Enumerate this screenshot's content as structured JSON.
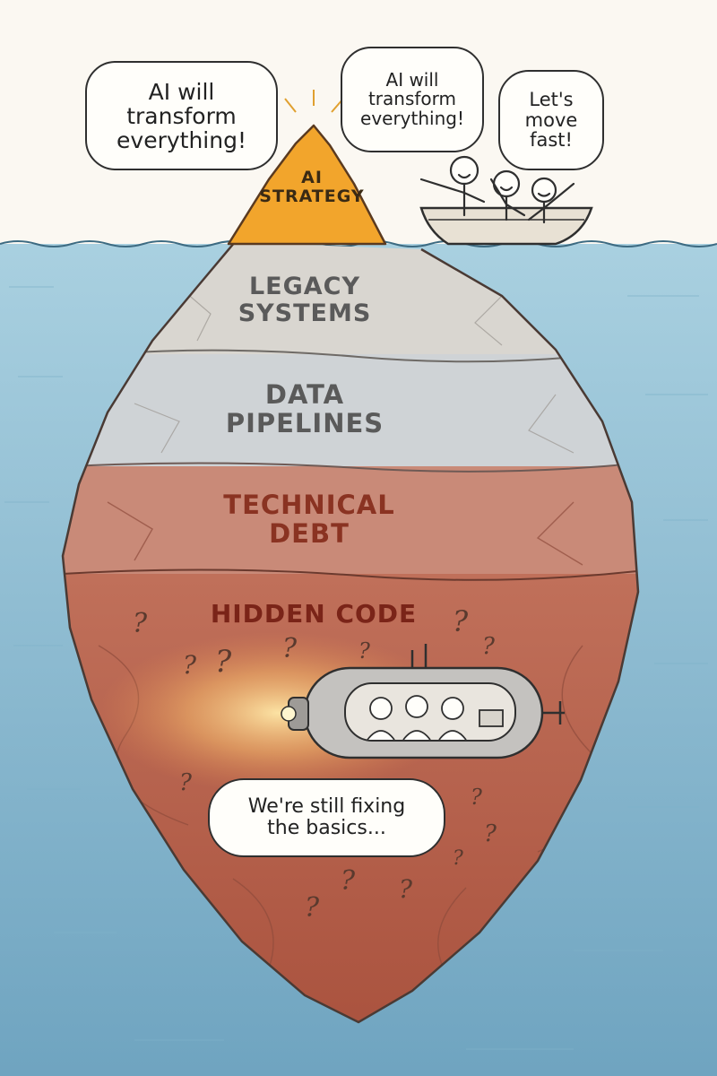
{
  "speech_bubbles": {
    "left": "AI will\ntransform\neverything!",
    "middle": "AI will\ntransform\neverything!",
    "right": "Let's\nmove\nfast!",
    "submarine": "We're still fixing\nthe basics..."
  },
  "iceberg_layers": [
    {
      "label": "AI\nSTRATEGY",
      "color": "#f2a52c"
    },
    {
      "label": "LEGACY\nSYSTEMS",
      "color": "#d9d6d0"
    },
    {
      "label": "DATA\nPIPELINES",
      "color": "#cfd3d6"
    },
    {
      "label": "TECHNICAL\nDEBT",
      "color": "#c98a78"
    },
    {
      "label": "HIDDEN CODE",
      "color": "#b85a44"
    }
  ],
  "question_mark": "?",
  "colors": {
    "sky": "#fbf8f2",
    "sea": "#9cc6d8",
    "sea_deep": "#6fa8c4",
    "text_dark": "#5a5a5a",
    "text_red": "#8a3322"
  }
}
